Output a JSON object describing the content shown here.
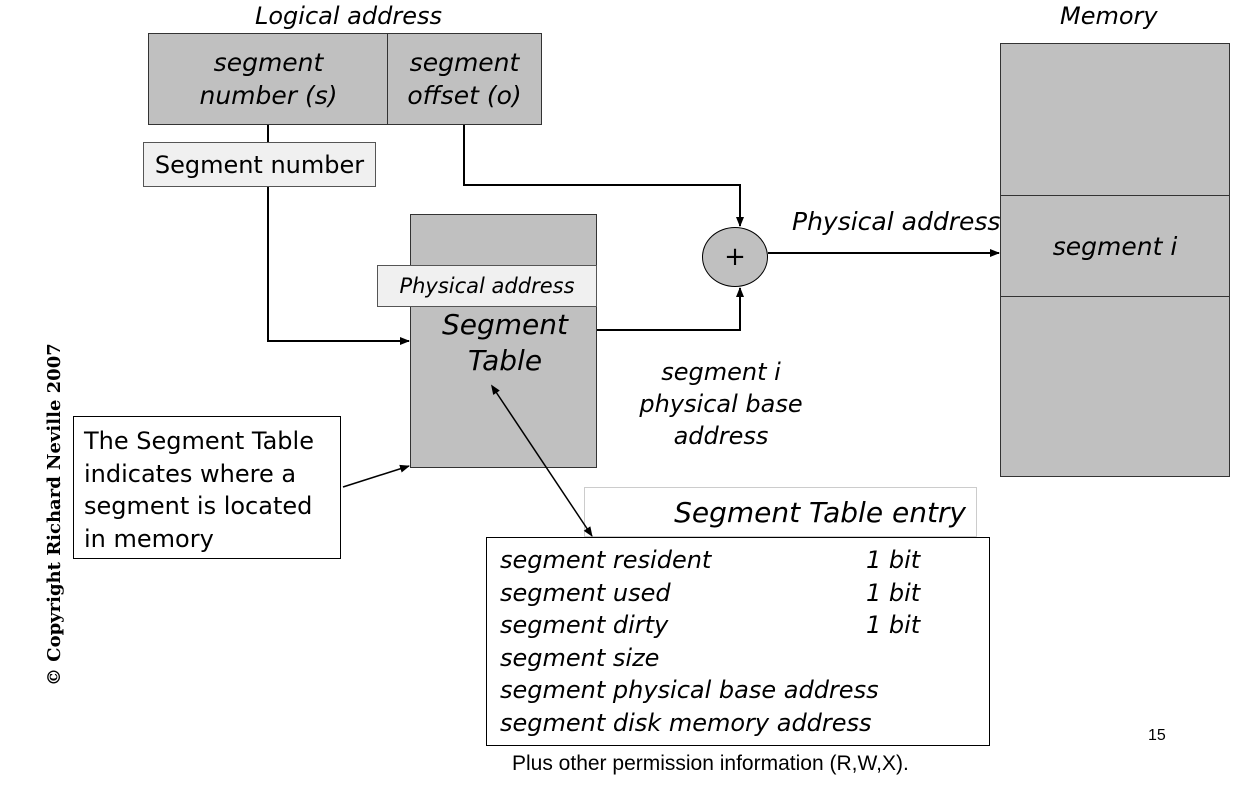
{
  "logical_address": {
    "title": "Logical address",
    "segment_number_cell": "segment number (s)",
    "segment_offset_cell": "segment offset (o)"
  },
  "segment_number_label": "Segment number",
  "segment_table": {
    "physical_address_label": "Physical address",
    "title": "Segment Table"
  },
  "adder_symbol": "+",
  "physical_address_arrow_label": "Physical address",
  "base_address_label": "segment i physical base address",
  "memory": {
    "title": "Memory",
    "segment_label": "segment i"
  },
  "callout_text": "The Segment Table indicates where a segment is located in memory",
  "entry": {
    "title": "Segment Table entry",
    "rows": [
      {
        "name": "segment resident",
        "size": "1 bit"
      },
      {
        "name": "segment used",
        "size": "1 bit"
      },
      {
        "name": "segment dirty",
        "size": "1 bit"
      },
      {
        "name": "segment size",
        "size": ""
      },
      {
        "name": "segment physical base address",
        "size": ""
      },
      {
        "name": "segment disk memory address",
        "size": ""
      }
    ]
  },
  "permission_note": "Plus other permission information (R,W,X).",
  "copyright": "© Copyright Richard Neville 2007",
  "page_number": "15"
}
